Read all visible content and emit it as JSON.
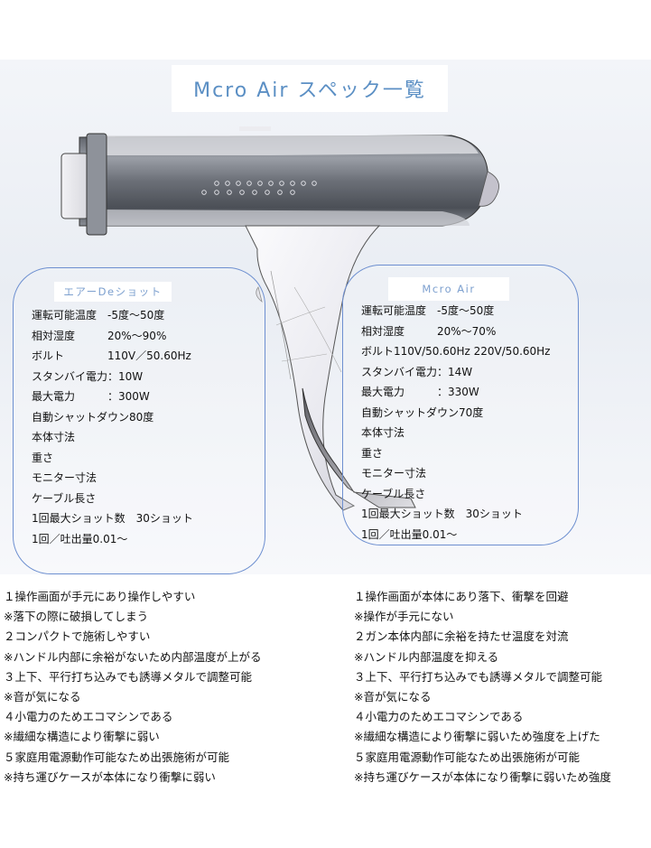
{
  "title": "Mcro Air スペック一覧",
  "left_panel": {
    "label": "エアーDeショット",
    "specs": [
      "運転可能温度　-5度〜50度",
      "相対湿度　　　20%〜90%",
      "ボルト　　　　110V／50.60Hz",
      "スタンバイ電力：10W",
      "最大電力　　　：300W",
      "自動シャットダウン80度",
      "本体寸法",
      "重さ",
      "モニター寸法",
      "ケーブル長さ",
      "1回最大ショット数　30ショット",
      "1回／吐出量0.01〜"
    ]
  },
  "right_panel": {
    "label": "Mcro Air",
    "specs": [
      "運転可能温度　-5度〜50度",
      "相対湿度　　　20%〜70%",
      "ボルト110V/50.60Hz 220V/50.60Hz",
      "スタンバイ電力：14W",
      "最大電力　　　：330W",
      "自動シャットダウン70度",
      "本体寸法",
      "重さ",
      "モニター寸法",
      "ケーブル長さ",
      "1回最大ショット数　30ショット",
      "1回／吐出量0.01〜"
    ]
  },
  "left_notes": [
    "１操作画面が手元にあり操作しやすい",
    "※落下の際に破損してしまう",
    "２コンパクトで施術しやすい",
    "※ハンドル内部に余裕がないため内部温度が上がる",
    "３上下、平行打ち込みでも誘導メタルで調整可能",
    "※音が気になる",
    "４小電力のためエコマシンである",
    "※繊細な構造により衝撃に弱い",
    "５家庭用電源動作可能なため出張施術が可能",
    "※持ち運びケースが本体になり衝撃に弱い"
  ],
  "right_notes": [
    "１操作画面が本体にあり落下、衝撃を回避",
    "※操作が手元にない",
    "２ガン本体内部に余裕を持たせ温度を対流",
    "※ハンドル内部温度を抑える",
    "３上下、平行打ち込みでも誘導メタルで調整可能",
    "※音が気になる",
    "４小電力のためエコマシンである",
    "※繊細な構造により衝撃に弱いため強度を上げた",
    "５家庭用電源動作可能なため出張施術が可能",
    "※持ち運びケースが本体になり衝撃に弱いため強度"
  ],
  "colors": {
    "accent": "#5b8fc4",
    "panel_border": "#6d8fd0"
  }
}
